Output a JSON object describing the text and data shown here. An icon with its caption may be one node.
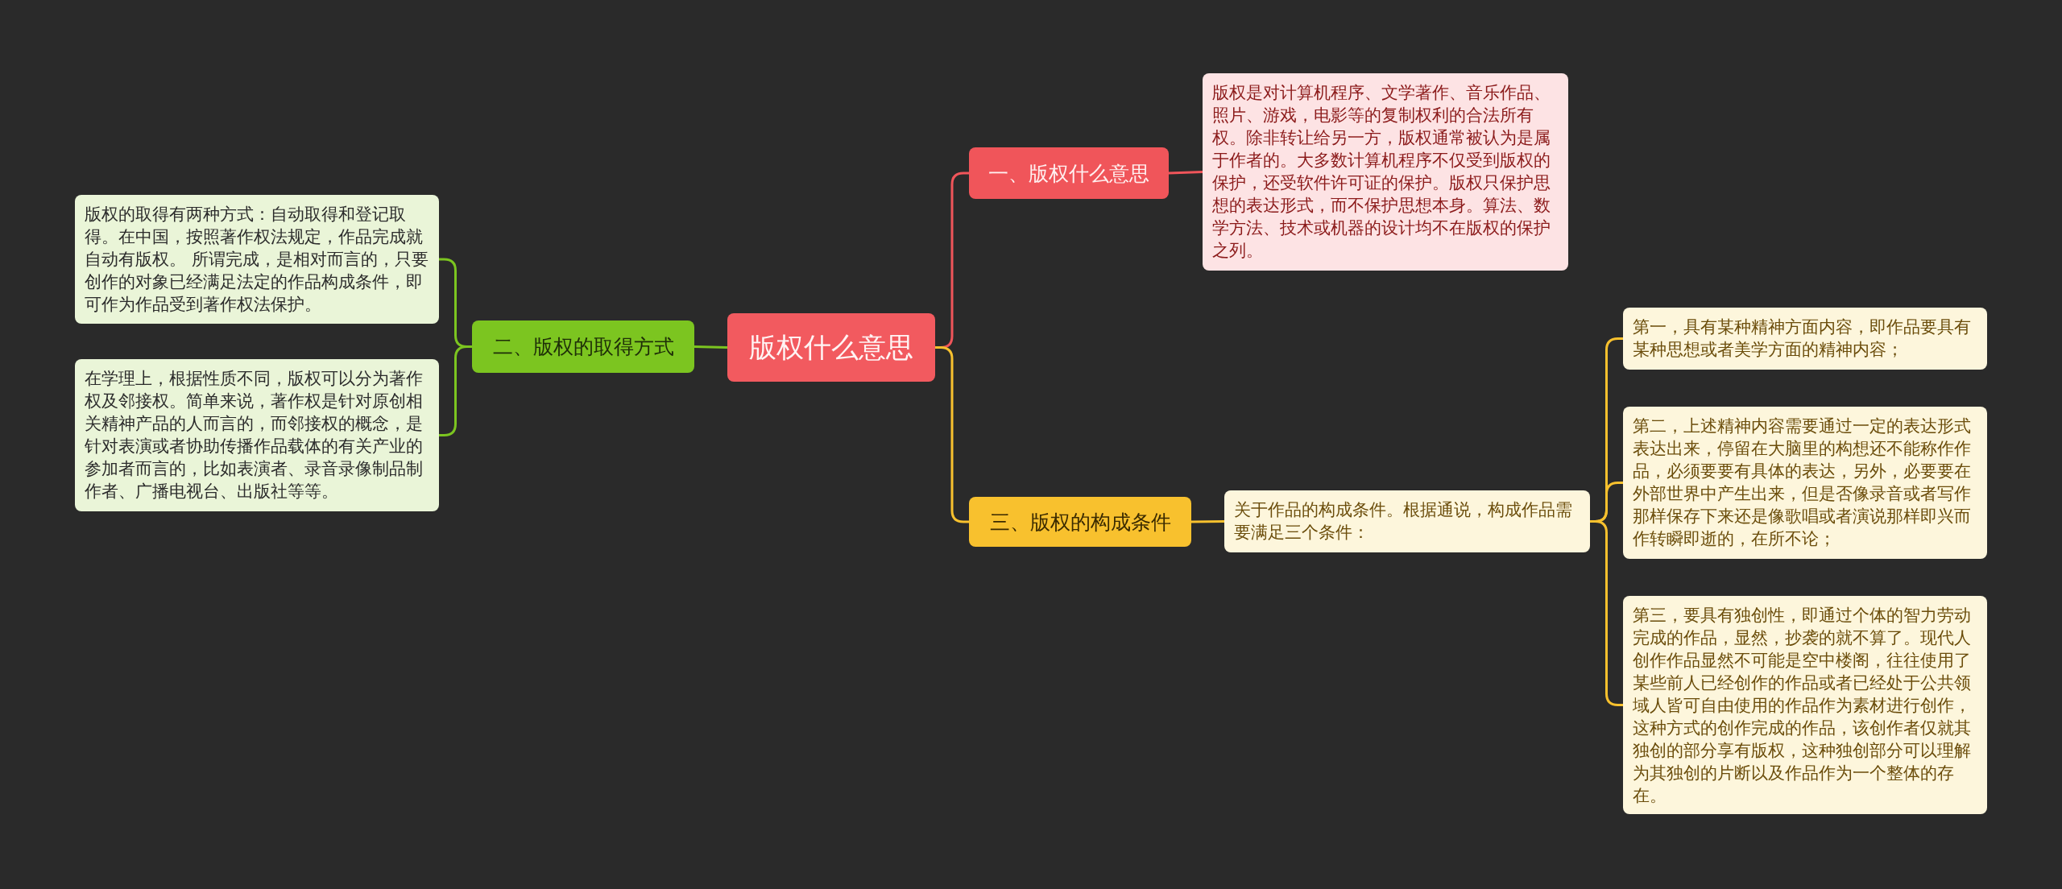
{
  "diagram": {
    "nodes": [
      {
        "text": [
          "版权什么意思"
        ]
      },
      {
        "text": [
          "一、版权什么意思"
        ]
      },
      {
        "text": [
          "版权是对计算机程序、文学著作、音乐作品、照片、游戏，电影等的复制权利的合法所有权。除非转让给另一方，版权通常被认为是属于作者的。大多数计算机程序不仅受到版权的保护，还受软件许可证的保护。版权只保护思想的表达形式，而不保护思想本身。算法、数学方法、技术或机器的设计均不在版权的保护之列。"
        ]
      },
      {
        "text": [
          "二、版权的取得方式"
        ]
      },
      {
        "text": [
          "版权的取得有两种方式：自动取得和登记取得。在中国，按照著作权法规定，作品完成就自动有版权。 所谓完成，是相对而言的，只要创作的对象已经满足法定的作品构成条件，即可作为作品受到著作权法保护。"
        ]
      },
      {
        "text": [
          "在学理上，根据性质不同，版权可以分为著作权及邻接权。简单来说，著作权是针对原创相关精神产品的人而言的，而邻接权的概念，是针对表演或者协助传播作品载体的有关产业的参加者而言的，比如表演者、录音录像制品制作者、广播电视台、出版社等等。"
        ]
      },
      {
        "text": [
          "三、版权的构成条件"
        ]
      },
      {
        "text": [
          "关于作品的构成条件。根据通说，构成作品需要满足三个条件："
        ]
      },
      {
        "text": [
          "第一，具有某种精神方面内容，即作品要具有某种思想或者美学方面的精神内容；"
        ]
      },
      {
        "text": [
          "第二，上述精神内容需要通过一定的表达形式表达出来，停留在大脑里的构想还不能称作作品，必须要要有具体的表达，另外，必要要在外部世界中产生出来，但是否像录音或者写作那样保存下来还是像歌唱或者演说那样即兴而作转瞬即逝的，在所不论；"
        ]
      },
      {
        "text": [
          "第三，要具有独创性，即通过个体的智力劳动完成的作品，显然，抄袭的就不算了。现代人创作作品显然不可能是空中楼阁，往往使用了某些前人已经创作的作品或者已经处于公共领域人皆可自由使用的作品作为素材进行创作，这种方式的创作完成的作品，该创作者仅就其独创的部分享有版权，这种独创部分可以理解为其独创的片断以及作品作为一个整体的存在。"
        ]
      }
    ],
    "edges": [
      {
        "from": 0,
        "to": 1,
        "arrow": "none",
        "color": "#f0555a"
      },
      {
        "from": 1,
        "to": 2,
        "arrow": "none",
        "color": "#f0555a"
      },
      {
        "from": 0,
        "to": 3,
        "arrow": "none",
        "color": "#7cc520"
      },
      {
        "from": 3,
        "to": 4,
        "arrow": "none",
        "color": "#7cc520"
      },
      {
        "from": 3,
        "to": 5,
        "arrow": "none",
        "color": "#7cc520"
      },
      {
        "from": 0,
        "to": 6,
        "arrow": "none"
      },
      {
        "from": 6,
        "to": 7,
        "arrow": "none"
      },
      {
        "from": 7,
        "to": 8,
        "arrow": "none"
      },
      {
        "from": 7,
        "to": 9,
        "arrow": "none"
      },
      {
        "from": 7,
        "to": 10,
        "arrow": "none"
      }
    ]
  }
}
